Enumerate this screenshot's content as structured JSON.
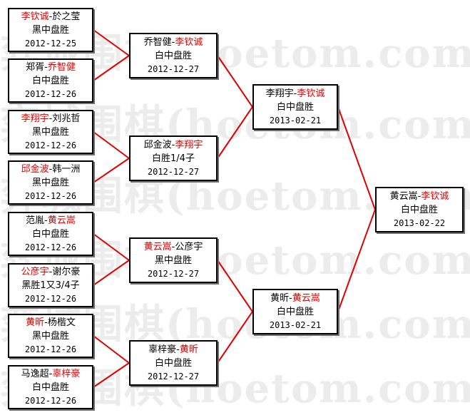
{
  "watermark": "弈城围棋(hoetom.com)",
  "colors": {
    "winner": "#e00000",
    "line": "#e00000",
    "box_border": "#000000"
  },
  "round1": [
    {
      "p1": "李钦诚",
      "p2": "於之莹",
      "winner": 1,
      "result": "黑中盘胜",
      "date": "2012-12-25"
    },
    {
      "p1": "郑胥",
      "p2": "乔智健",
      "winner": 2,
      "result": "白中盘胜",
      "date": "2012-12-26"
    },
    {
      "p1": "李翔宇",
      "p2": "刘兆哲",
      "winner": 1,
      "result": "黑中盘胜",
      "date": "2012-12-26"
    },
    {
      "p1": "邱金波",
      "p2": "韩一洲",
      "winner": 1,
      "result": "黑中盘胜",
      "date": "2012-12-26"
    },
    {
      "p1": "范胤",
      "p2": "黄云嵩",
      "winner": 2,
      "result": "白中盘胜",
      "date": "2012-12-26"
    },
    {
      "p1": "公彦宇",
      "p2": "谢尔豪",
      "winner": 1,
      "result": "黑胜1又3/4子",
      "date": "2012-12-26"
    },
    {
      "p1": "黄昕",
      "p2": "杨楷文",
      "winner": 1,
      "result": "黑中盘胜",
      "date": "2012-12-26"
    },
    {
      "p1": "马逸超",
      "p2": "辜梓豪",
      "winner": 2,
      "result": "白中盘胜",
      "date": "2012-12-26"
    }
  ],
  "round2": [
    {
      "p1": "乔智健",
      "p2": "李钦诚",
      "winner": 2,
      "result": "白中盘胜",
      "date": "2012-12-27"
    },
    {
      "p1": "邱金波",
      "p2": "李翔宇",
      "winner": 2,
      "result": "白胜1/4子",
      "date": "2012-12-27"
    },
    {
      "p1": "黄云嵩",
      "p2": "公彦宇",
      "winner": 1,
      "result": "黑中盘胜",
      "date": "2012-12-27"
    },
    {
      "p1": "辜梓豪",
      "p2": "黄昕",
      "winner": 2,
      "result": "白中盘胜",
      "date": "2012-12-27"
    }
  ],
  "round3": [
    {
      "p1": "李翔宇",
      "p2": "李钦诚",
      "winner": 2,
      "result": "白中盘胜",
      "date": "2013-02-21"
    },
    {
      "p1": "黄昕",
      "p2": "黄云嵩",
      "winner": 2,
      "result": "白中盘胜",
      "date": "2013-02-21"
    }
  ],
  "final": [
    {
      "p1": "黄云嵩",
      "p2": "李钦诚",
      "winner": 2,
      "result": "白中盘胜",
      "date": "2013-02-22"
    }
  ]
}
